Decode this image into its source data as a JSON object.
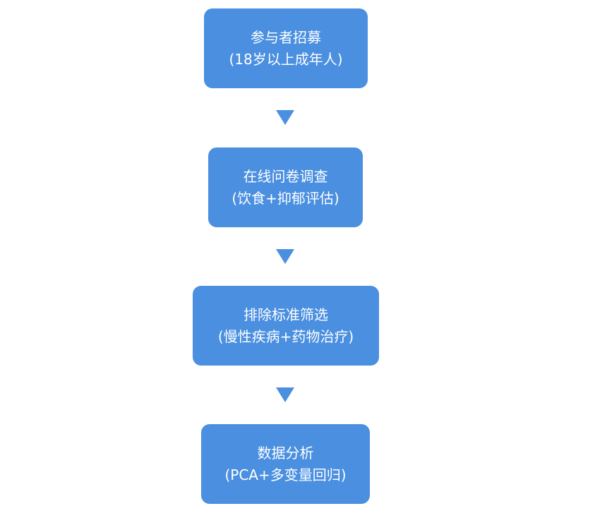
{
  "colors": {
    "box": "#4a8fe0",
    "text": "#ffffff",
    "background": "#ffffff"
  },
  "steps": [
    {
      "title": "参与者招募",
      "detail": "(18岁以上成年人)"
    },
    {
      "title": "在线问卷调查",
      "detail": "(饮食+抑郁评估)"
    },
    {
      "title": "排除标准筛选",
      "detail": "(慢性疾病+药物治疗)"
    },
    {
      "title": "数据分析",
      "detail": "(PCA+多变量回归)"
    }
  ]
}
